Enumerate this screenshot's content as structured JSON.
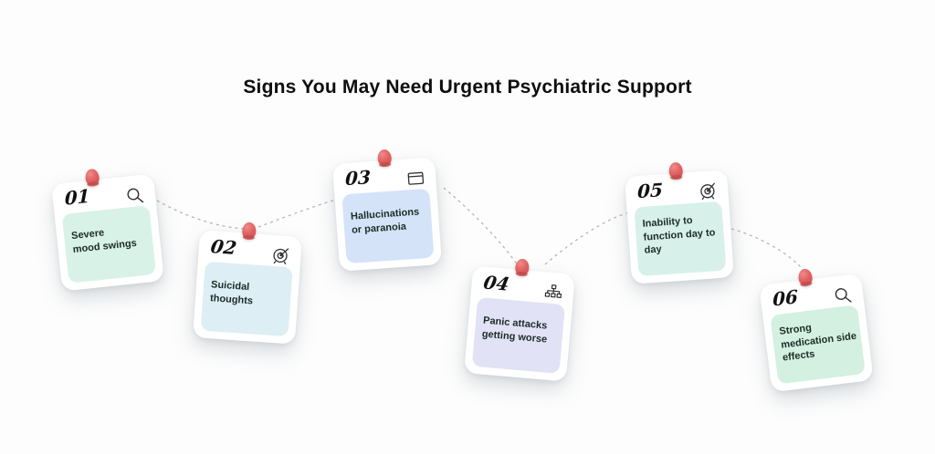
{
  "title": "Signs You May Need Urgent Psychiatric Support",
  "cards": [
    {
      "number": "01",
      "text": "Severe\nmood swings",
      "icon": "magnifier-icon",
      "color": "#d9f2e7"
    },
    {
      "number": "02",
      "text": "Suicidal\nthoughts",
      "icon": "target-icon",
      "color": "#ddeef5"
    },
    {
      "number": "03",
      "text": "Hallucinations\nor paranoia",
      "icon": "window-icon",
      "color": "#d5e3f8"
    },
    {
      "number": "04",
      "text": "Panic attacks\ngetting worse",
      "icon": "sitemap-icon",
      "color": "#e2e2f6"
    },
    {
      "number": "05",
      "text": "Inability to\nfunction day to\nday",
      "icon": "target-icon",
      "color": "#d8f0ea"
    },
    {
      "number": "06",
      "text": "Strong\nmedication side\neffects",
      "icon": "magnifier-icon",
      "color": "#d3f0e0"
    }
  ],
  "colors": {
    "background": "#fdfdfd",
    "card_surface": "#ffffff",
    "pin": "#dd5c5c",
    "connector": "#b6b6b6",
    "title_text": "#0e0e0e",
    "card_text": "#1c2b26"
  }
}
